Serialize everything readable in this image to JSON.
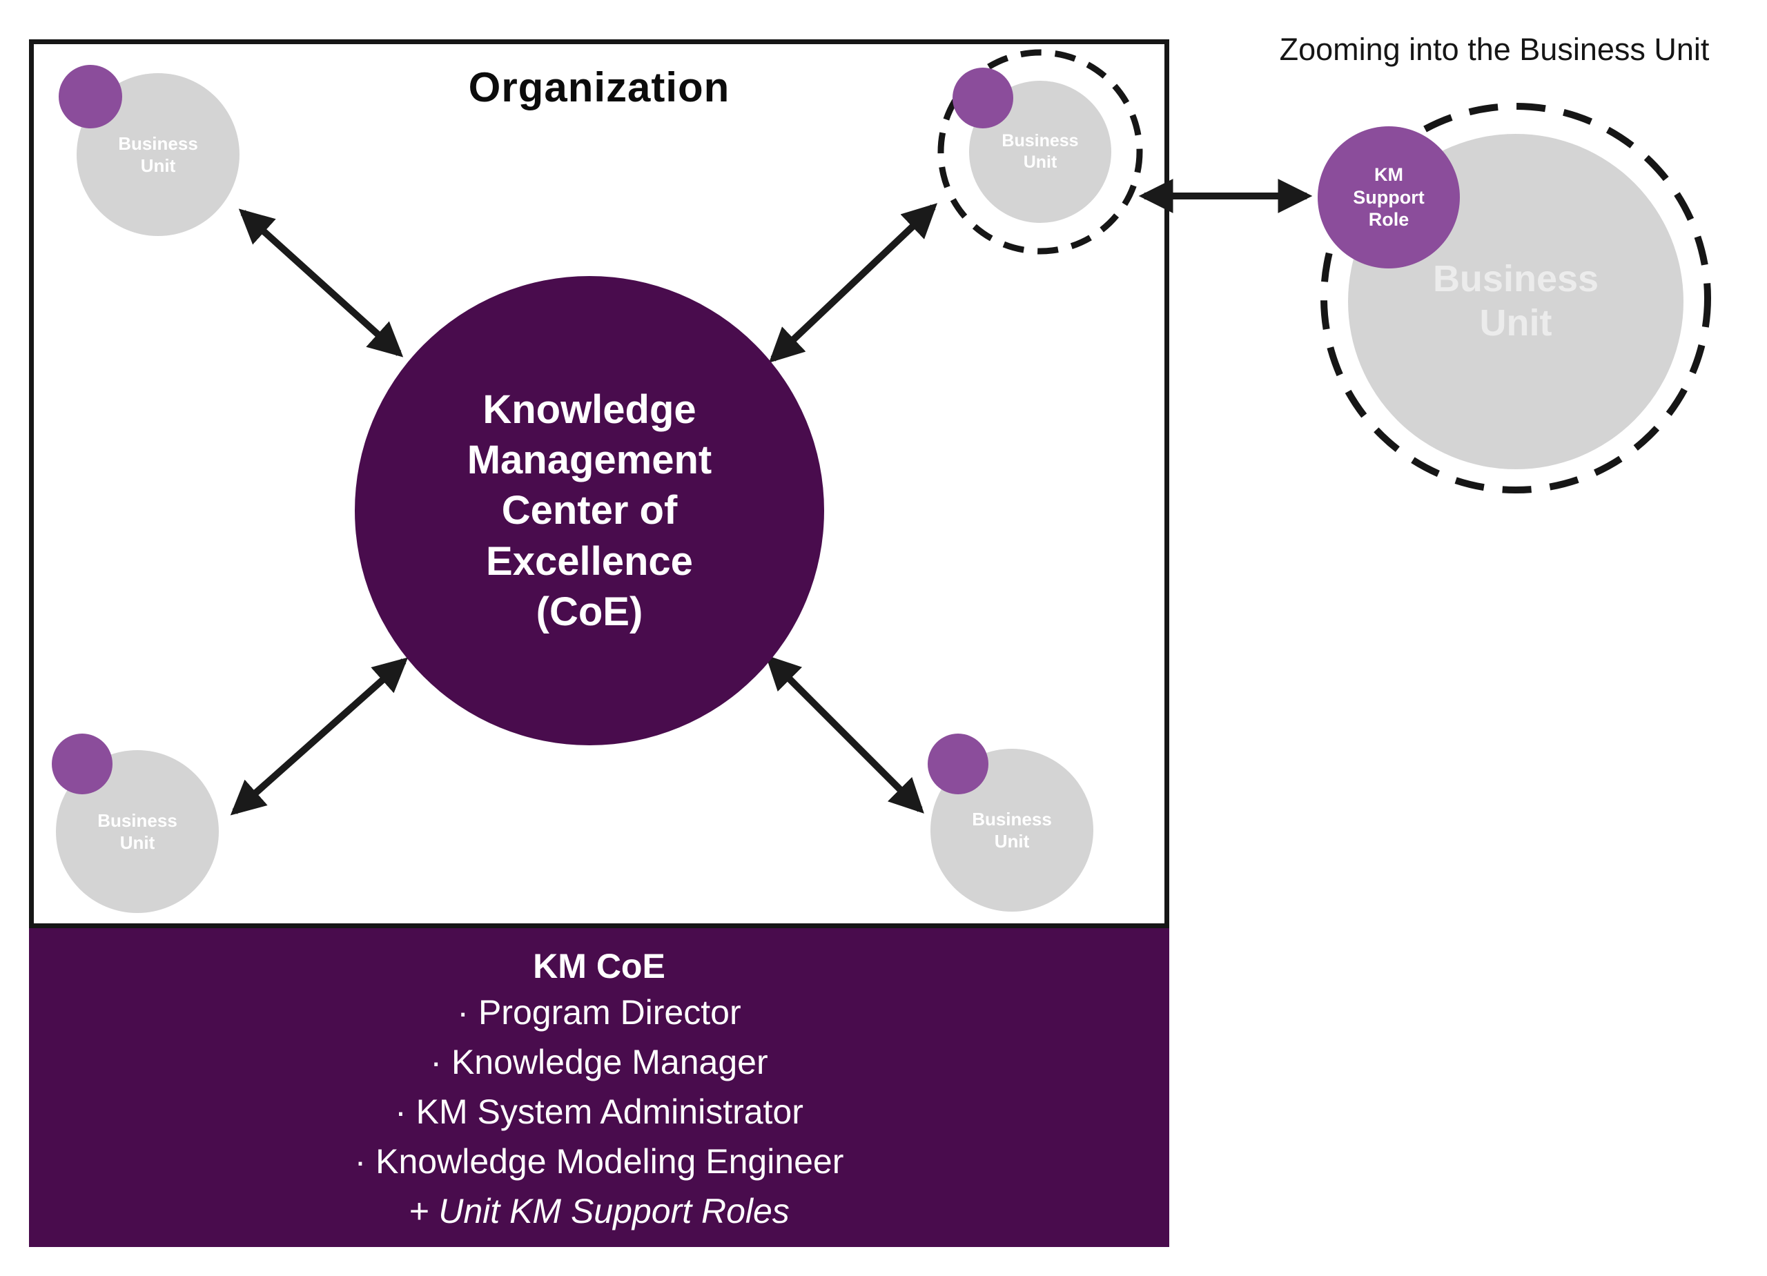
{
  "org": {
    "title": "Organization",
    "coe": {
      "lines": [
        "Knowledge",
        "Management",
        "Center of",
        "Excellence",
        "(CoE)"
      ]
    },
    "business_units": [
      {
        "line1": "Business",
        "line2": "Unit"
      },
      {
        "line1": "Business",
        "line2": "Unit"
      },
      {
        "line1": "Business",
        "line2": "Unit"
      },
      {
        "line1": "Business",
        "line2": "Unit"
      }
    ]
  },
  "zoom": {
    "title": "Zooming into the Business Unit",
    "business_unit": {
      "line1": "Business",
      "line2": "Unit"
    },
    "km_support_role": {
      "lines": [
        "KM",
        "Support",
        "Role"
      ]
    }
  },
  "panel": {
    "title": "KM CoE",
    "roles": [
      "· Program Director",
      "· Knowledge Manager",
      "· KM System Administrator",
      "· Knowledge Modeling Engineer"
    ],
    "footnote": "+ Unit KM Support Roles"
  },
  "colors": {
    "dark_purple": "#490C4D",
    "medium_purple": "#8B4D9B",
    "light_gray": "#D4D4D4",
    "arrow_black": "#1A1A1A"
  }
}
